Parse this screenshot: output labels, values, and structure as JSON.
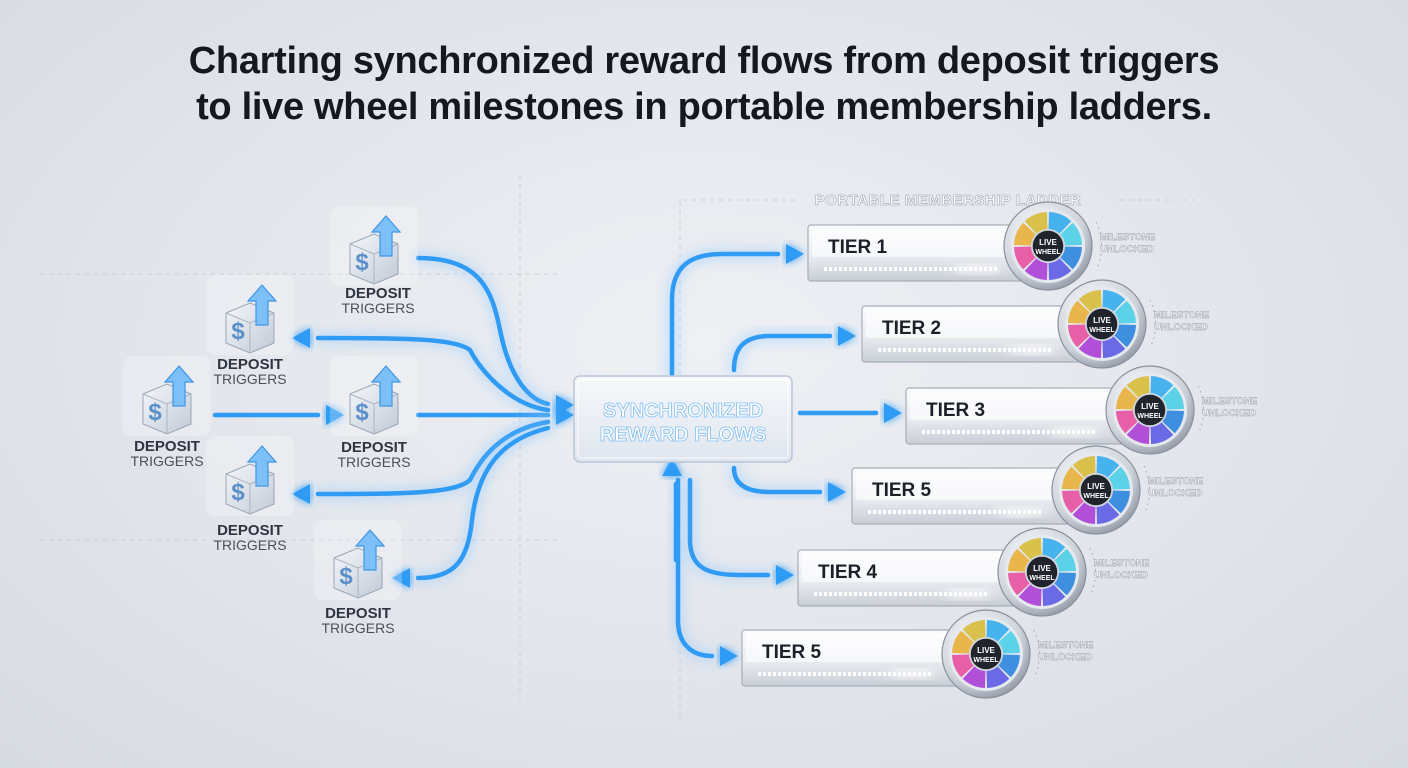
{
  "title": {
    "line1": "Charting synchronized reward flows from deposit triggers",
    "line2": "to live wheel milestones in portable membership ladders."
  },
  "hub": {
    "line1": "SYNCHRONIZED",
    "line2": "REWARD FLOWS"
  },
  "ladder_label": "PORTABLE MEMBERSHIP LADDER",
  "deposit_triggers": [
    {
      "line1": "DEPOSIT",
      "line2": "TRIGGERS",
      "symbol": "$"
    },
    {
      "line1": "DEPOSIT",
      "line2": "TRIGGERS",
      "symbol": "$"
    },
    {
      "line1": "DEPOSIT",
      "line2": "TRIGGERS",
      "symbol": "$"
    },
    {
      "line1": "DEPOSIT",
      "line2": "TRIGGERS",
      "symbol": "$"
    },
    {
      "line1": "DEPOSIT",
      "line2": "TRIGGERS",
      "symbol": "$"
    },
    {
      "line1": "DEPOSIT",
      "line2": "TRIGGERS",
      "symbol": "$"
    }
  ],
  "tiers": [
    {
      "label": "TIER 1",
      "wheel_text": "LIVE WHEEL",
      "badge_line1": "MILESTONE",
      "badge_line2": "UNLOCKED"
    },
    {
      "label": "TIER 2",
      "wheel_text": "LIVE WHEEL",
      "badge_line1": "MILESTONE",
      "badge_line2": "UNLOCKED"
    },
    {
      "label": "TIER 3",
      "wheel_text": "LIVE WHEEL",
      "badge_line1": "MILESTONE",
      "badge_line2": "UNLOCKED"
    },
    {
      "label": "TIER 5",
      "wheel_text": "LIVE WHEEL",
      "badge_line1": "MILESTONE",
      "badge_line2": "UNLOCKED"
    },
    {
      "label": "TIER 4",
      "wheel_text": "LIVE WHEEL",
      "badge_line1": "MILESTONE",
      "badge_line2": "UNLOCKED"
    },
    {
      "label": "TIER 5",
      "wheel_text": "LIVE WHEEL",
      "badge_line1": "MILESTONE",
      "badge_line2": "UNLOCKED"
    }
  ],
  "colors": {
    "flow": "#2f9bf4",
    "flow_glow": "#8cc8ff",
    "title": "#141820",
    "label": "#3a3f48",
    "wheel_segments": [
      "#46b2ee",
      "#5bd2e8",
      "#3f8fe0",
      "#6a6ae6",
      "#b24fd8",
      "#e65fa7",
      "#e8b64a",
      "#d9c14c"
    ]
  },
  "icons": {
    "trigger": "dollar-cube-icon",
    "wheel": "live-wheel-icon",
    "arrow": "arrow-head-icon"
  }
}
